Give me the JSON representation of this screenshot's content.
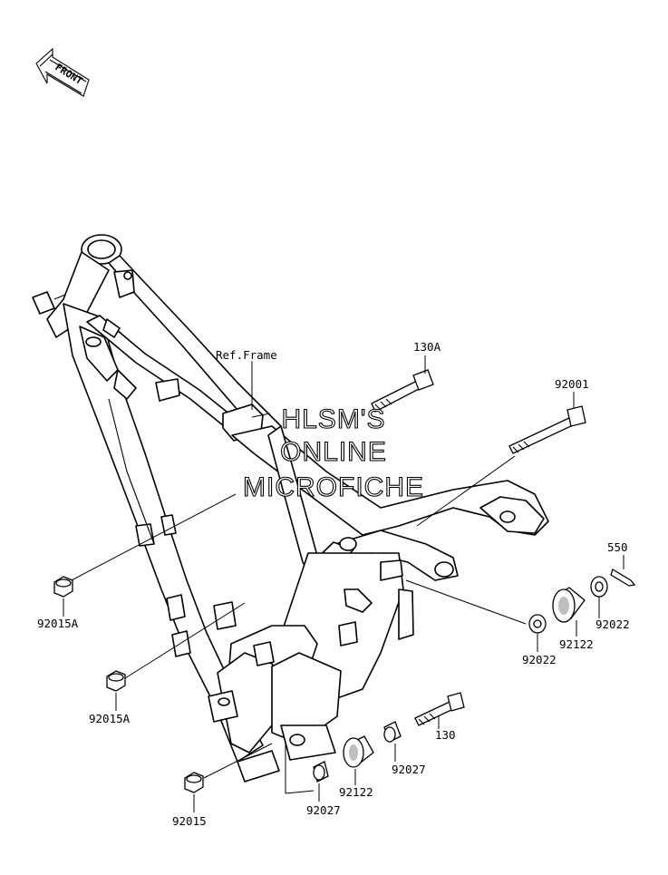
{
  "front_badge": "FRONT",
  "ref_label": "Ref.Frame",
  "watermark": [
    "HLSM'S",
    "ONLINE",
    "MICROFICHE"
  ],
  "parts": [
    {
      "id": "130a",
      "number": "130A"
    },
    {
      "id": "92001",
      "number": "92001"
    },
    {
      "id": "550",
      "number": "550"
    },
    {
      "id": "92015a-top",
      "number": "92015A"
    },
    {
      "id": "92015a-bottom",
      "number": "92015A"
    },
    {
      "id": "92015",
      "number": "92015"
    },
    {
      "id": "92022-right",
      "number": "92022"
    },
    {
      "id": "92022-left",
      "number": "92022"
    },
    {
      "id": "92122-right",
      "number": "92122"
    },
    {
      "id": "92122-bottom",
      "number": "92122"
    },
    {
      "id": "130",
      "number": "130"
    },
    {
      "id": "92027-right",
      "number": "92027"
    },
    {
      "id": "92027-bottom",
      "number": "92027"
    }
  ]
}
